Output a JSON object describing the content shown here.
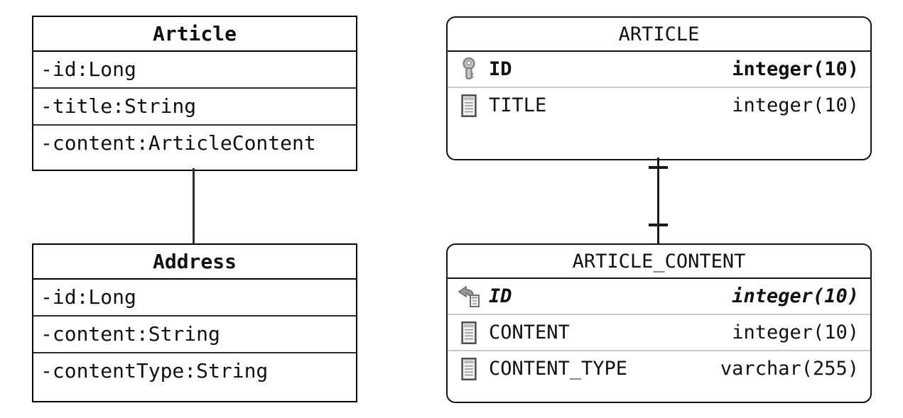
{
  "diagram": {
    "uml_classes": [
      {
        "title": "Article",
        "attributes": [
          "-id:Long",
          "-title:String",
          "-content:ArticleContent"
        ]
      },
      {
        "title": "Address",
        "attributes": [
          "-id:Long",
          "-content:String",
          "-contentType:String"
        ]
      }
    ],
    "er_tables": [
      {
        "title": "ARTICLE",
        "columns": [
          {
            "icon": "primary-key-icon",
            "name": "ID",
            "type": "integer(10)",
            "emphasis": "bold"
          },
          {
            "icon": "column-icon",
            "name": "TITLE",
            "type": "integer(10)",
            "emphasis": "normal"
          }
        ]
      },
      {
        "title": "ARTICLE_CONTENT",
        "columns": [
          {
            "icon": "foreign-key-icon",
            "name": "ID",
            "type": "integer(10)",
            "emphasis": "bold-italic"
          },
          {
            "icon": "column-icon",
            "name": "CONTENT",
            "type": "integer(10)",
            "emphasis": "normal"
          },
          {
            "icon": "column-icon",
            "name": "CONTENT_TYPE",
            "type": "varchar(255)",
            "emphasis": "normal"
          }
        ]
      }
    ],
    "connectors": [
      {
        "name": "article-to-address",
        "style": "plain-line"
      },
      {
        "name": "article-to-article-content",
        "style": "one-to-one-ticks"
      }
    ],
    "colors": {
      "background": "#ffffff",
      "uml_border": "#000000",
      "table_border": "#141414",
      "row_separator": "#c9c9c9",
      "connector": "#2e2e2e",
      "icon_gray": "#9a9a9a"
    }
  }
}
